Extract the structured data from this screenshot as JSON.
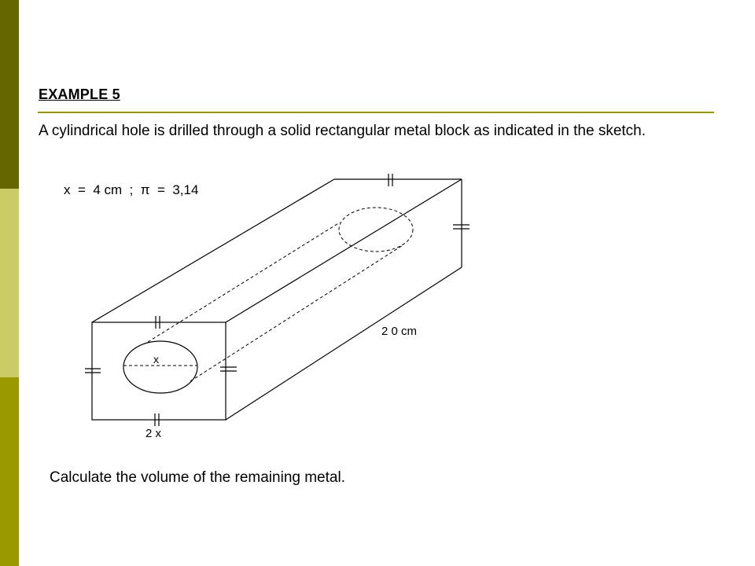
{
  "slide": {
    "title": "EXAMPLE  5",
    "intro": "A cylindrical hole is drilled through a solid rectangular metal block as indicated in the sketch.",
    "question": "Calculate the volume of the remaining metal."
  },
  "sketch": {
    "given": "x  =  4 cm  ;  π  =  3,14",
    "diameter_label": "x",
    "length_label": "2 0 cm",
    "width_label": "2 x"
  },
  "colors": {
    "bar_top": "#666600",
    "bar_middle": "#cccc66",
    "bar_bottom": "#999900",
    "rule": "#999900",
    "text": "#000000"
  }
}
